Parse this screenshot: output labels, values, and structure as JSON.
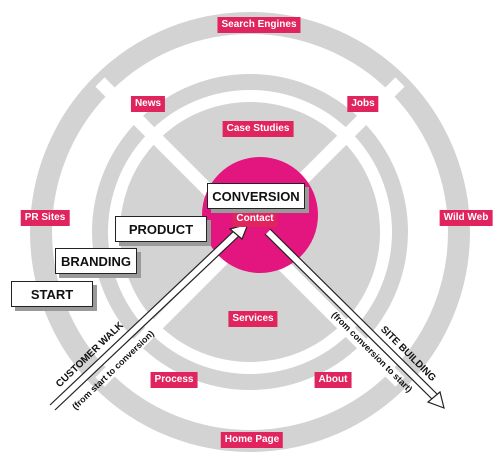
{
  "colors": {
    "ring": "#d3d3d3",
    "hub": "#e3157f",
    "pill": "#e0245e",
    "arrow": "#222222"
  },
  "outer_ring": {
    "top": "Search Engines",
    "right": "Wild Web",
    "bottom": "Home Page",
    "left": "PR Sites"
  },
  "middle_ring": {
    "top_left": "News",
    "top_right": "Jobs",
    "bottom_left": "Process",
    "bottom_right": "About"
  },
  "inner_ring": {
    "top": "Case Studies",
    "bottom": "Services"
  },
  "hub": {
    "title": "CONVERSION",
    "label": "Contact"
  },
  "stages": [
    "PRODUCT",
    "BRANDING",
    "START"
  ],
  "customer_walk": {
    "title": "CUSTOMER WALK",
    "subtitle": "(from start to conversion)"
  },
  "site_building": {
    "title": "SITE BUILDING",
    "subtitle": "(from conversion to start)"
  }
}
